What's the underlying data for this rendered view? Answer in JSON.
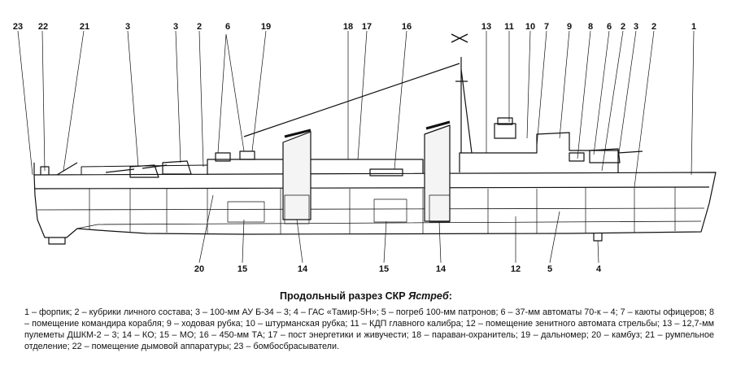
{
  "figure": {
    "title_prefix": "Продольный разрез СКР",
    "ship_name": "Ястреб",
    "title_suffix": ":",
    "legend_text": "1 – форпик; 2 – кубрики личного состава; 3 – 100-мм АУ Б-34 – 3; 4 – ГАС «Тамир-5Н»; 5 – погреб 100-мм патронов; 6 – 37-мм автоматы 70-к – 4; 7 – каюты офицеров; 8 – помещение командира корабля; 9 – ходовая рубка; 10 – штурманская рубка; 11 – КДП главного калибра; 12 – помещение зенитного автомата стрельбы; 13 – 12,7-мм пулеметы ДШКМ-2 – 3; 14 – КО; 15 – МО; 16 – 450-мм ТА; 17 – пост энергетики и живучести; 18 – параван-охранитель; 19 – дальномер; 20 – камбуз; 21 – румпельное отделение; 22 – помещение дымовой аппаратуры; 23 – бомбосбрасыватели."
  },
  "callouts_top": [
    "23",
    "22",
    "21",
    "3",
    "3",
    "2",
    "6",
    "19",
    "18",
    "17",
    "16",
    "13",
    "11",
    "10",
    "7",
    "9",
    "8",
    "6",
    "2",
    "3",
    "2",
    "1"
  ],
  "callouts_bottom": [
    "20",
    "15",
    "14",
    "15",
    "14",
    "12",
    "5",
    "4"
  ]
}
